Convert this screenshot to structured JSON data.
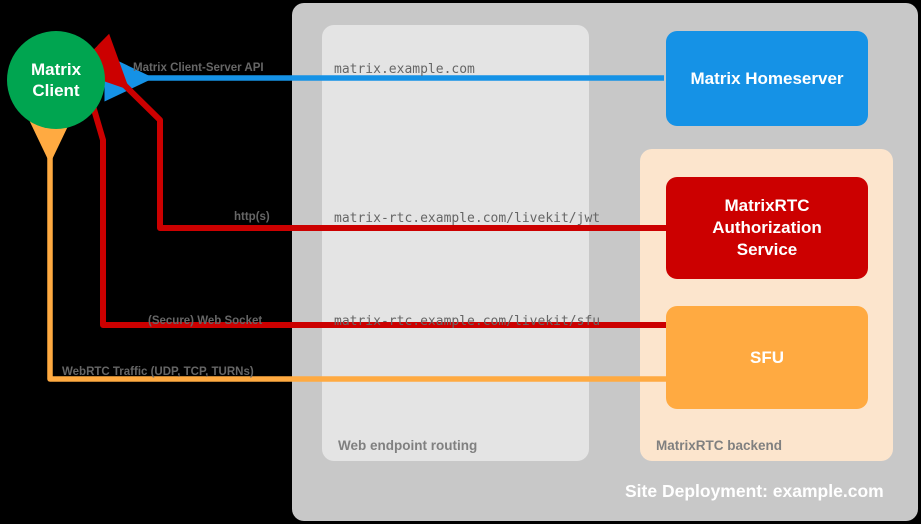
{
  "diagram": {
    "title": "Site Deployment: example.com",
    "colors": {
      "background": "#000000",
      "site_container": "#C8C8C8",
      "routing_container": "#E4E4E4",
      "backend_container": "#FCE5CD",
      "client": "#00A550",
      "homeserver": "#1592E6",
      "auth_service": "#CC0000",
      "sfu": "#FFAA41",
      "edge_blue": "#1592E6",
      "edge_red": "#CC0000",
      "edge_orange": "#FFAA41",
      "label_gray": "#666666",
      "caption_gray": "#808080"
    }
  },
  "nodes": {
    "client": {
      "line1": "Matrix",
      "line2": "Client"
    },
    "homeserver": {
      "label": "Matrix Homeserver"
    },
    "auth_service": {
      "line1": "MatrixRTC",
      "line2": "Authorization",
      "line3": "Service"
    },
    "sfu": {
      "label": "SFU"
    }
  },
  "containers": {
    "routing": {
      "caption": "Web endpoint routing"
    },
    "backend": {
      "caption": "MatrixRTC backend"
    }
  },
  "endpoints": {
    "matrix": "matrix.example.com",
    "jwt": "matrix-rtc.example.com/livekit/jwt",
    "sfu": "matrix-rtc.example.com/livekit/sfu"
  },
  "edges": [
    {
      "id": "client-server-api",
      "label": "Matrix Client-Server API",
      "color": "#1592E6",
      "endpoint": "matrix.example.com",
      "from": "Matrix Homeserver",
      "to": "Matrix Client",
      "direction": "left"
    },
    {
      "id": "https",
      "label": "http(s)",
      "color": "#CC0000",
      "endpoint": "matrix-rtc.example.com/livekit/jwt",
      "from": "MatrixRTC Authorization Service",
      "to": "Matrix Client",
      "direction": "bidirectional"
    },
    {
      "id": "web-socket",
      "label": "(Secure) Web Socket",
      "color": "#CC0000",
      "endpoint": "matrix-rtc.example.com/livekit/sfu",
      "from": "SFU",
      "to": "Matrix Client",
      "direction": "bidirectional"
    },
    {
      "id": "webrtc-traffic",
      "label": "WebRTC Traffic (UDP, TCP, TURNs)",
      "color": "#FFAA41",
      "endpoint": "",
      "from": "SFU",
      "to": "Matrix Client",
      "direction": "bidirectional"
    }
  ]
}
